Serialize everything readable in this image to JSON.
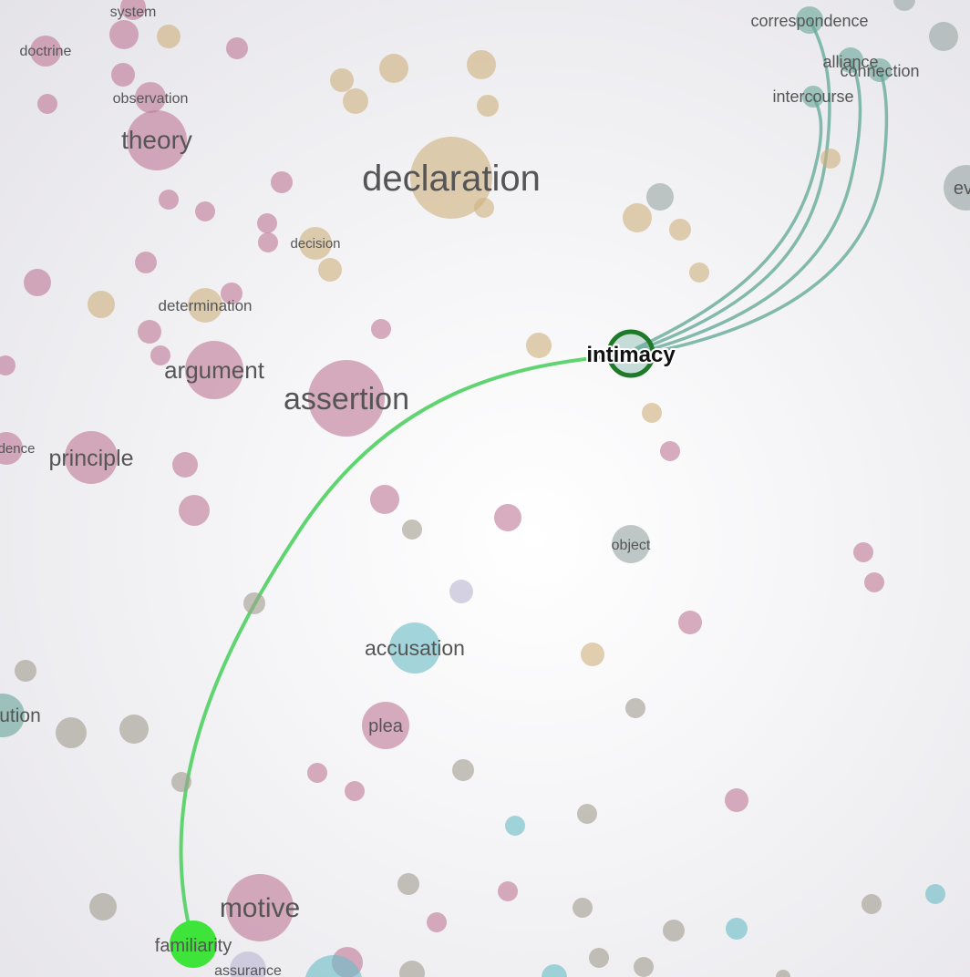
{
  "graph": {
    "colors": {
      "pink": "#c07a98",
      "tan": "#cfb27f",
      "teal": "#6aa899",
      "cyan": "#6cbdc6",
      "gray": "#a29e90",
      "lavender": "#b9b7d2",
      "slate": "#9aa7a4",
      "focus_ring": "#1e7a28",
      "selected": "#3fe43a",
      "edge_green": "#5fd470",
      "edge_teal": "#76b3a3"
    },
    "focus_word": "intimacy",
    "selected_word": "familiarity",
    "labels": {
      "system": "system",
      "doctrine": "doctrine",
      "observation": "observation",
      "theory": "theory",
      "declaration": "declaration",
      "correspondence": "correspondence",
      "alliance": "alliance",
      "connection": "connection",
      "intercourse": "intercourse",
      "eve": "eve",
      "decision": "decision",
      "determination": "determination",
      "argument": "argument",
      "assertion": "assertion",
      "intimacy": "intimacy",
      "dence": "dence",
      "principle": "principle",
      "object": "object",
      "accusation": "accusation",
      "ution": "ution",
      "plea": "plea",
      "motive": "motive",
      "familiarity": "familiarity",
      "assurance": "assurance"
    }
  }
}
